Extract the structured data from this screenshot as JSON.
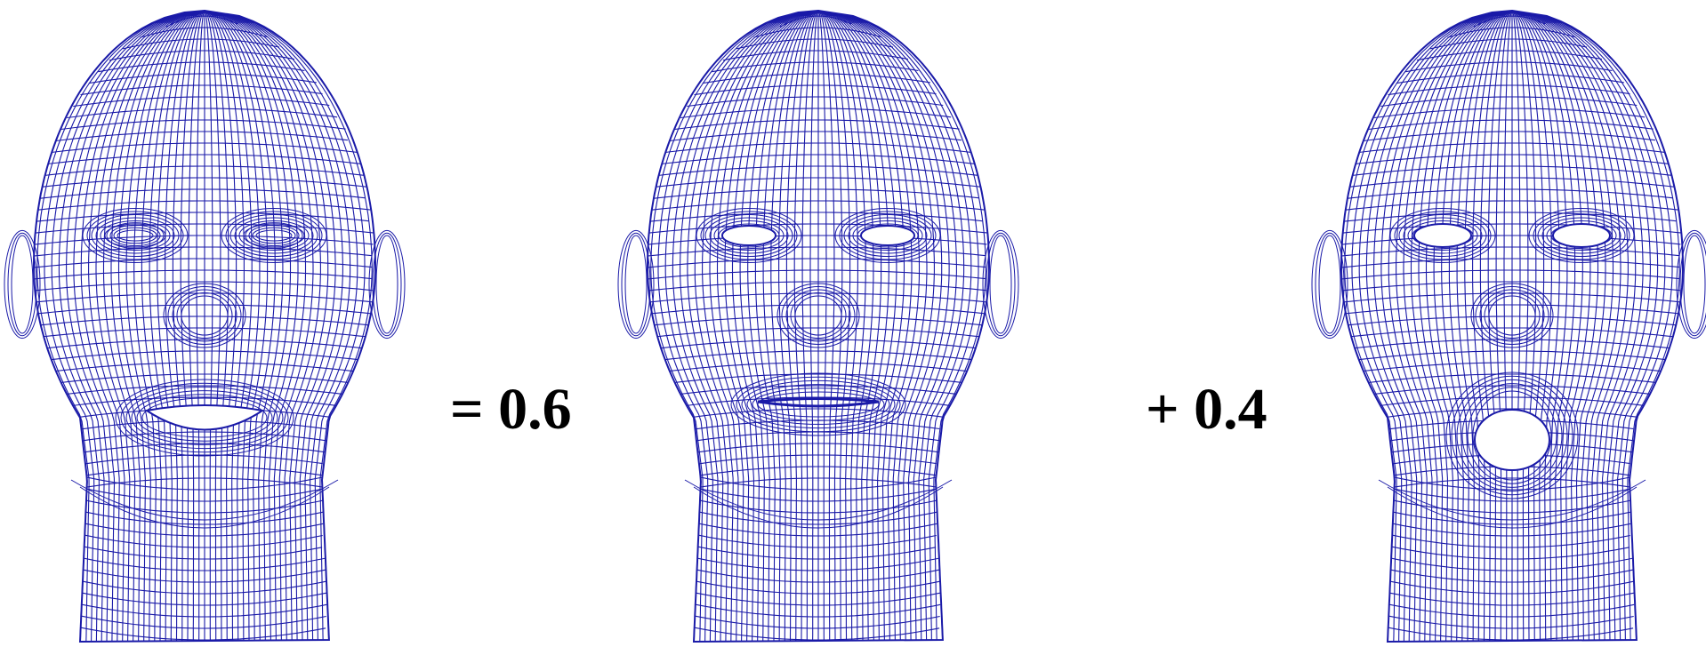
{
  "equation": {
    "equals_weight": "= 0.6",
    "plus_weight": "+ 0.4"
  },
  "faces": [
    {
      "id": "result",
      "expression": "smile-open"
    },
    {
      "id": "basis-a",
      "expression": "neutral-smile"
    },
    {
      "id": "basis-b",
      "expression": "mouth-open"
    }
  ],
  "colors": {
    "mesh": "#1a1aa8",
    "background": "#ffffff",
    "text": "#000000"
  }
}
